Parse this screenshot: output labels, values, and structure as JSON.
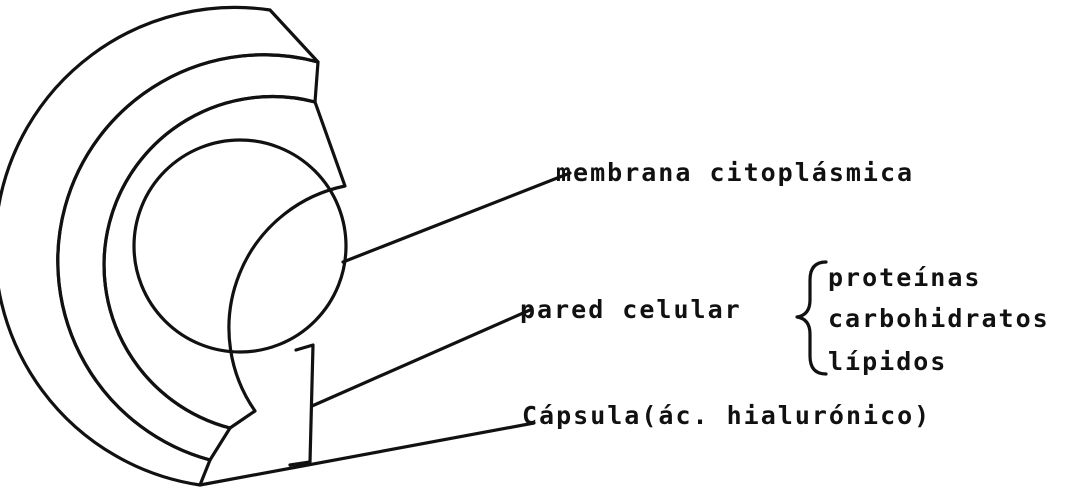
{
  "diagram": {
    "labels": {
      "membrane": "membrana citoplásmica",
      "cell_wall": "pared celular",
      "capsule": "Cápsula(ác. hialurónico)"
    },
    "cell_wall_components": [
      "proteínas",
      "carbohidratos",
      "lípidos"
    ]
  },
  "colors": {
    "ink": "#111111",
    "background": "#ffffff"
  }
}
